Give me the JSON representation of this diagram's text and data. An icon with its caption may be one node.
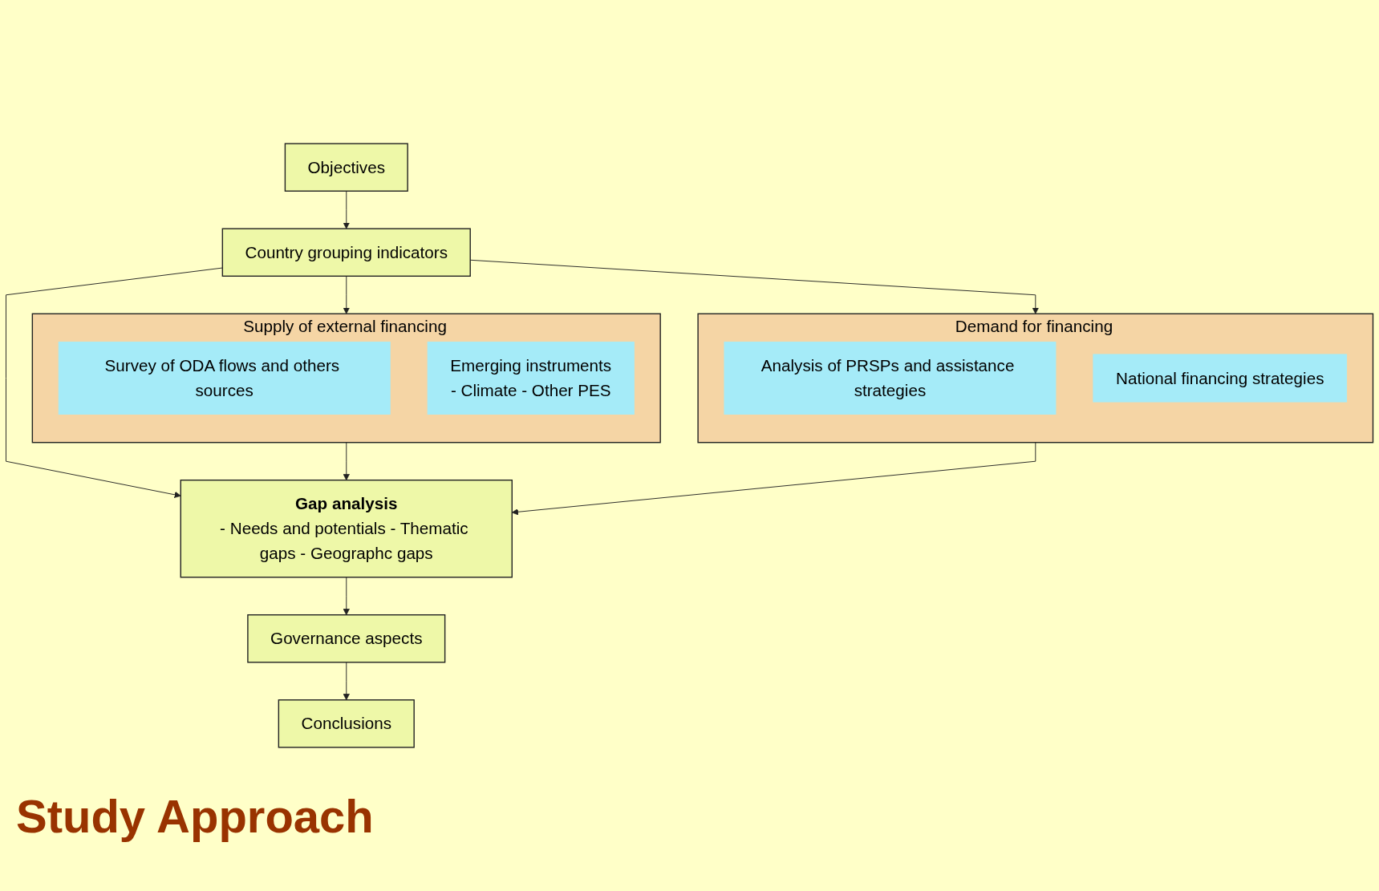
{
  "diagram": {
    "title": "Study Approach",
    "nodes": [
      {
        "text": [
          "Objectives"
        ]
      },
      {
        "text": [
          "Country grouping indicators"
        ]
      },
      {
        "text": [
          "Supply of external financing"
        ]
      },
      {
        "text": [
          "Survey of ODA flows and others sources"
        ],
        "in": 2
      },
      {
        "text": [
          "Emerging instruments",
          "- Climate - Other PES"
        ],
        "in": 2
      },
      {
        "text": [
          "Demand for financing"
        ]
      },
      {
        "text": [
          "Analysis of PRSPs and assistance strategies"
        ],
        "in": 5
      },
      {
        "text": [
          "National financing strategies"
        ],
        "in": 5
      },
      {
        "text": [
          "Gap analysis",
          "- Needs and potentials - Thematic gaps - Geographc gaps"
        ]
      },
      {
        "text": [
          "Governance aspects"
        ]
      },
      {
        "text": [
          "Conclusions"
        ]
      }
    ],
    "edges": [
      {
        "from": 0,
        "to": 1,
        "arrow": "to"
      },
      {
        "from": 1,
        "to": 2,
        "arrow": "to"
      },
      {
        "from": 1,
        "to": 8,
        "arrow": "to"
      },
      {
        "from": 1,
        "to": 5,
        "arrow": "to"
      },
      {
        "from": 2,
        "to": 8,
        "arrow": "to"
      },
      {
        "from": 5,
        "to": 8,
        "arrow": "to"
      },
      {
        "from": 8,
        "to": 9,
        "arrow": "to"
      },
      {
        "from": 9,
        "to": 10,
        "arrow": "to"
      }
    ]
  }
}
